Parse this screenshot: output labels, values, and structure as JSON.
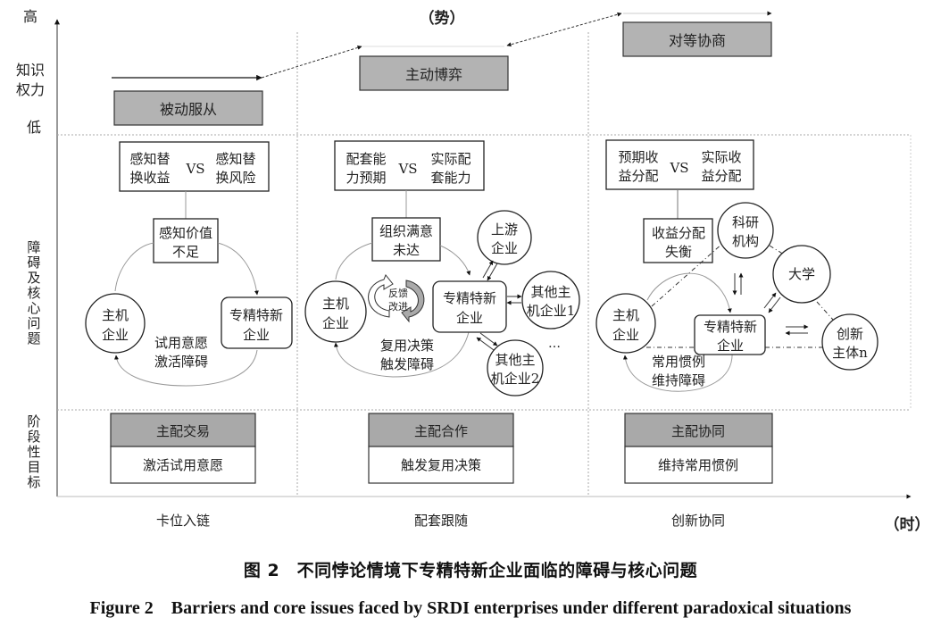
{
  "axes": {
    "y_high": "高",
    "y_label_lines": [
      "知识",
      "权力"
    ],
    "y_low": "低",
    "top_trend": "（势）",
    "x_end": "（时）",
    "row2_label": "障碍及核心问题",
    "row3_label": "阶段性目标"
  },
  "stages": [
    {
      "stage_name": "卡位入链",
      "power_state": "被动服从",
      "paradox": {
        "left_lines": [
          "感知替",
          "换收益"
        ],
        "vs": "VS",
        "right_lines": [
          "感知替",
          "换风险"
        ]
      },
      "barrier_box_lines": [
        "感知价值",
        "不足"
      ],
      "host_node_lines": [
        "主机",
        "企业"
      ],
      "srdi_node_lines": [
        "专精特新",
        "企业"
      ],
      "cycle_label_lines": [
        "试用意愿",
        "激活障碍"
      ],
      "goal_header": "主配交易",
      "goal_body": "激活试用意愿"
    },
    {
      "stage_name": "配套跟随",
      "power_state": "主动博弈",
      "paradox": {
        "left_lines": [
          "配套能",
          "力预期"
        ],
        "vs": "VS",
        "right_lines": [
          "实际配",
          "套能力"
        ]
      },
      "barrier_box_lines": [
        "组织满意",
        "未达"
      ],
      "host_node_lines": [
        "主机",
        "企业"
      ],
      "srdi_node_lines": [
        "专精特新",
        "企业"
      ],
      "feedback_lines": [
        "反馈",
        "改进"
      ],
      "cycle_label_lines": [
        "复用决策",
        "触发障碍"
      ],
      "partners": [
        {
          "lines": [
            "上游",
            "企业"
          ]
        },
        {
          "lines": [
            "其他主",
            "机企业1"
          ]
        },
        {
          "lines": [
            "其他主",
            "机企业2"
          ]
        }
      ],
      "ellipsis": "…",
      "goal_header": "主配合作",
      "goal_body": "触发复用决策"
    },
    {
      "stage_name": "创新协同",
      "power_state": "对等协商",
      "paradox": {
        "left_lines": [
          "预期收",
          "益分配"
        ],
        "vs": "VS",
        "right_lines": [
          "实际收",
          "益分配"
        ]
      },
      "barrier_box_lines": [
        "收益分配",
        "失衡"
      ],
      "host_node_lines": [
        "主机",
        "企业"
      ],
      "srdi_node_lines": [
        "专精特新",
        "企业"
      ],
      "cycle_label_lines": [
        "常用惯例",
        "维持障碍"
      ],
      "partners": [
        {
          "lines": [
            "科研",
            "机构"
          ]
        },
        {
          "lines": [
            "大学"
          ]
        },
        {
          "lines": [
            "创新",
            "主体n"
          ]
        }
      ],
      "goal_header": "主配协同",
      "goal_body": "维持常用惯例"
    }
  ],
  "colors": {
    "power_box_fill": "#b3b3b3",
    "goal_header_fill": "#a9a9a9",
    "line": "#222222",
    "divider": "#bbbbbb"
  },
  "caption": {
    "cn": "图 2　不同悖论情境下专精特新企业面临的障碍与核心问题",
    "en": "Figure 2　Barriers and core issues faced by SRDI enterprises under different paradoxical situations"
  }
}
